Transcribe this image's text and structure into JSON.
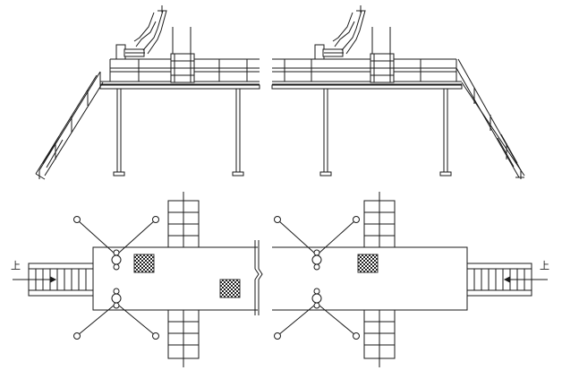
{
  "figure": {
    "views": [
      {
        "name": "elevation",
        "description_hidden": true
      },
      {
        "name": "plan"
      }
    ],
    "labels": {
      "left_stair_up": "上",
      "right_stair_up": "上"
    },
    "colors": {
      "line": "#1a1a1a",
      "hatch": "#333333",
      "background": "#ffffff"
    }
  }
}
